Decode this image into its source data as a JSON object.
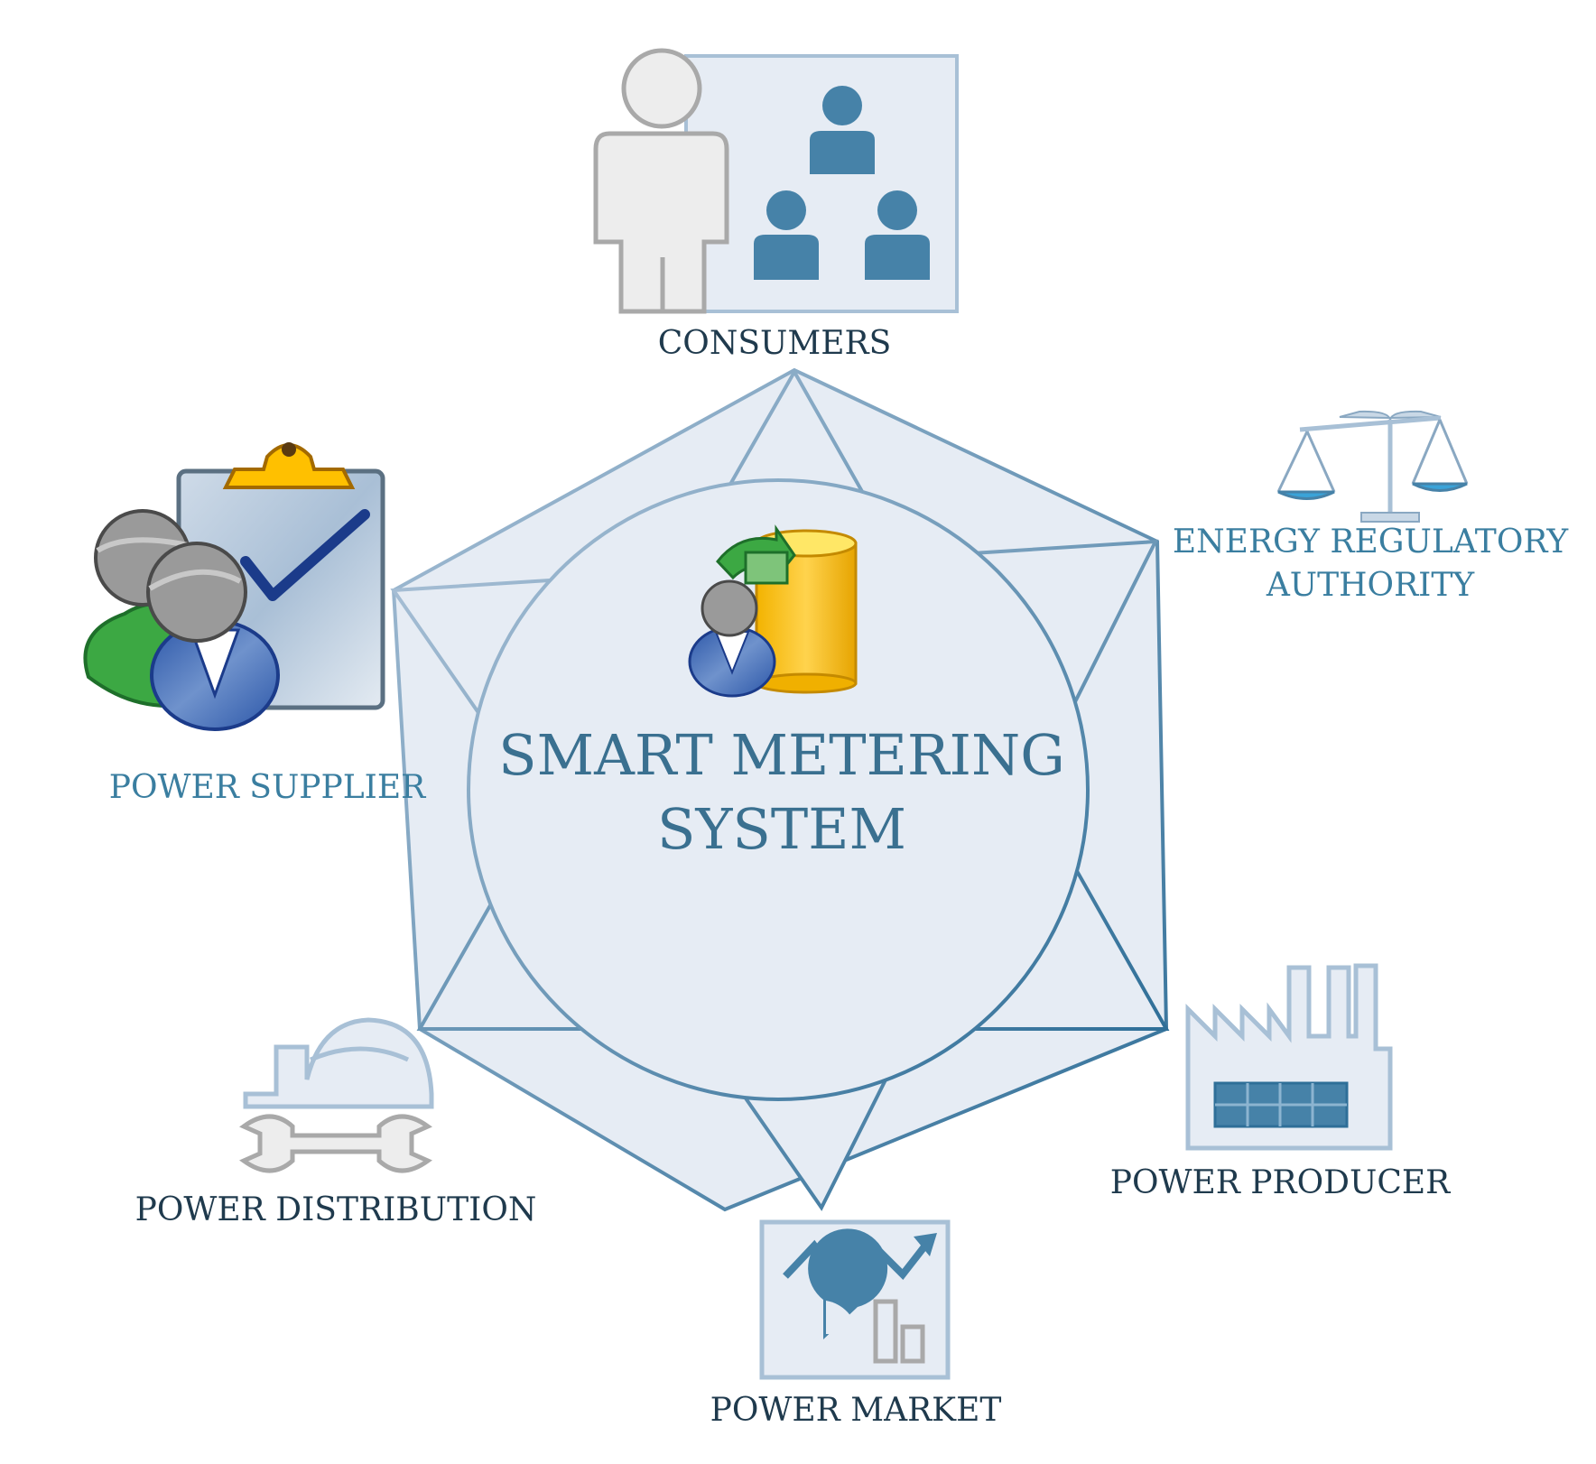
{
  "center": {
    "line1": "SMART METERING",
    "line2": "SYSTEM",
    "icon": "person-database-icon"
  },
  "stakeholders": {
    "consumers": {
      "label": "CONSUMERS",
      "icon": "consumers-group-icon"
    },
    "regulator": {
      "label_line1": "ENERGY REGULATORY",
      "label_line2": "AUTHORITY",
      "icon": "scales-icon"
    },
    "producer": {
      "label": "POWER PRODUCER",
      "icon": "factory-icon"
    },
    "market": {
      "label": "POWER MARKET",
      "icon": "market-chart-icon"
    },
    "distribution": {
      "label": "POWER DISTRIBUTION",
      "icon": "hardhat-wrench-icon"
    },
    "supplier": {
      "label": "POWER SUPPLIER",
      "icon": "people-clipboard-icon"
    }
  },
  "colors": {
    "star_fill": "#e6ecf4",
    "star_stroke": "#a8bfd2",
    "accent": "#4682a8",
    "label_dark": "#1f3a4d",
    "label_blue": "#3a7ea0"
  }
}
